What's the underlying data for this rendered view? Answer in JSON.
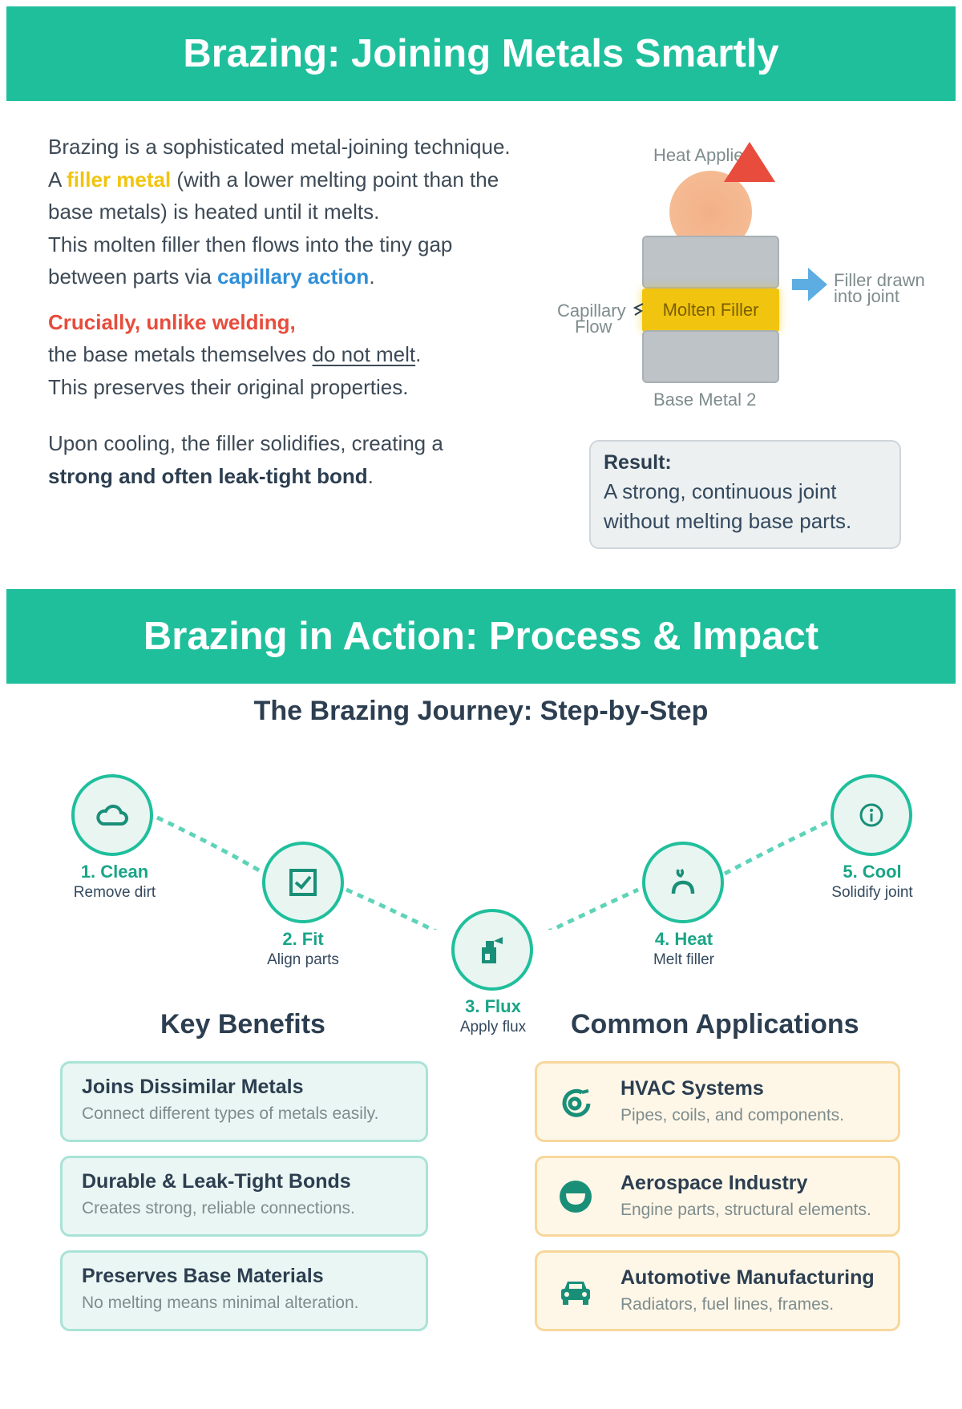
{
  "header1": {
    "title": "Brazing: Joining Metals Smartly"
  },
  "intro": {
    "p1_a": "Brazing is a sophisticated metal-joining technique.",
    "p1_b_pre": "A ",
    "p1_b_filler": "filler metal",
    "p1_b_post": " (with a lower melting point than the",
    "p1_c": "base metals) is heated until it melts.",
    "p1_d": "This molten filler then flows into the tiny gap",
    "p1_e_pre": "between parts via ",
    "p1_e_capillary": "capillary action",
    "p1_e_post": ".",
    "p2_a": "Crucially, unlike welding,",
    "p2_b_pre": "the base metals themselves ",
    "p2_b_melt": "do not melt",
    "p2_b_post": ".",
    "p2_c": "This preserves their original properties.",
    "p3_a": "Upon cooling, the filler solidifies, creating a",
    "p3_b": "strong and often leak-tight bond",
    "p3_c": "."
  },
  "diagram": {
    "heat_label": "Heat Applied",
    "molten_filler": "Molten Filler",
    "capillary_1": "Capillary",
    "capillary_2": "Flow",
    "filler_drawn_1": "Filler drawn",
    "filler_drawn_2": "into joint",
    "base_metal_2": "Base Metal 2",
    "colors": {
      "heat": "#f5bb93",
      "flame": "#e74c3c",
      "filler": "#f1c40f",
      "metal": "#bdc3c7",
      "arrow": "#5dade2"
    }
  },
  "result": {
    "title": "Result:",
    "line1": "A strong, continuous joint",
    "line2": "without melting base parts."
  },
  "header2": {
    "title": "Brazing in Action: Process & Impact"
  },
  "journey": {
    "title": "The Brazing Journey: Step-by-Step",
    "steps": [
      {
        "title": "1. Clean",
        "desc": "Remove dirt",
        "icon": "cloud-icon"
      },
      {
        "title": "2. Fit",
        "desc": "Align parts",
        "icon": "check-square-icon"
      },
      {
        "title": "3. Flux",
        "desc": "Apply flux",
        "icon": "spray-bottle-icon"
      },
      {
        "title": "4. Heat",
        "desc": "Melt filler",
        "icon": "fire-icon"
      },
      {
        "title": "5. Cool",
        "desc": "Solidify joint",
        "icon": "info-circle-icon"
      }
    ]
  },
  "benefits": {
    "title": "Key Benefits",
    "items": [
      {
        "title": "Joins Dissimilar Metals",
        "desc": "Connect different types of metals easily."
      },
      {
        "title": "Durable & Leak-Tight Bonds",
        "desc": "Creates strong, reliable connections."
      },
      {
        "title": "Preserves Base Materials",
        "desc": "No melting means minimal alteration."
      }
    ]
  },
  "applications": {
    "title": "Common Applications",
    "items": [
      {
        "title": "HVAC Systems",
        "desc": "Pipes, coils, and components.",
        "icon": "swirl-icon"
      },
      {
        "title": "Aerospace Industry",
        "desc": "Engine parts, structural elements.",
        "icon": "bowl-icon"
      },
      {
        "title": "Automotive Manufacturing",
        "desc": "Radiators, fuel lines, frames.",
        "icon": "car-icon"
      }
    ]
  },
  "accent_color": "#1fbf9c"
}
